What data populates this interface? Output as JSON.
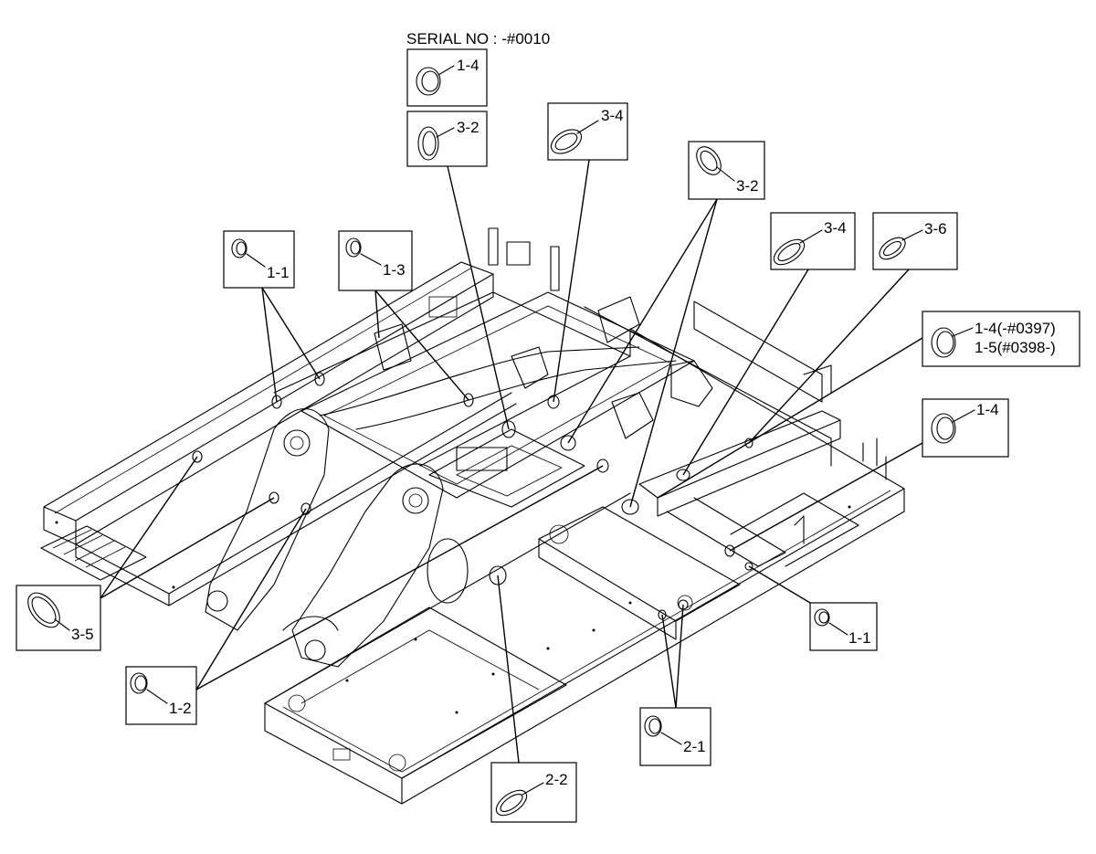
{
  "serial_label": "SERIAL NO : -#0010",
  "callouts": [
    {
      "id": "c1",
      "lines": [
        "1-4"
      ]
    },
    {
      "id": "c2",
      "lines": [
        "3-2"
      ]
    },
    {
      "id": "c3",
      "lines": [
        "3-4"
      ]
    },
    {
      "id": "c4",
      "lines": [
        "3-2"
      ]
    },
    {
      "id": "c5",
      "lines": [
        "1-1"
      ]
    },
    {
      "id": "c6",
      "lines": [
        "1-3"
      ]
    },
    {
      "id": "c7",
      "lines": [
        "3-4"
      ]
    },
    {
      "id": "c8",
      "lines": [
        "3-6"
      ]
    },
    {
      "id": "c9",
      "lines": [
        "1-4(-#0397)",
        "1-5(#0398-)"
      ]
    },
    {
      "id": "c10",
      "lines": [
        "1-4"
      ]
    },
    {
      "id": "c11",
      "lines": [
        "3-5"
      ]
    },
    {
      "id": "c12",
      "lines": [
        "1-1"
      ]
    },
    {
      "id": "c13",
      "lines": [
        "1-2"
      ]
    },
    {
      "id": "c14",
      "lines": [
        "2-1"
      ]
    },
    {
      "id": "c15",
      "lines": [
        "2-2"
      ]
    }
  ]
}
